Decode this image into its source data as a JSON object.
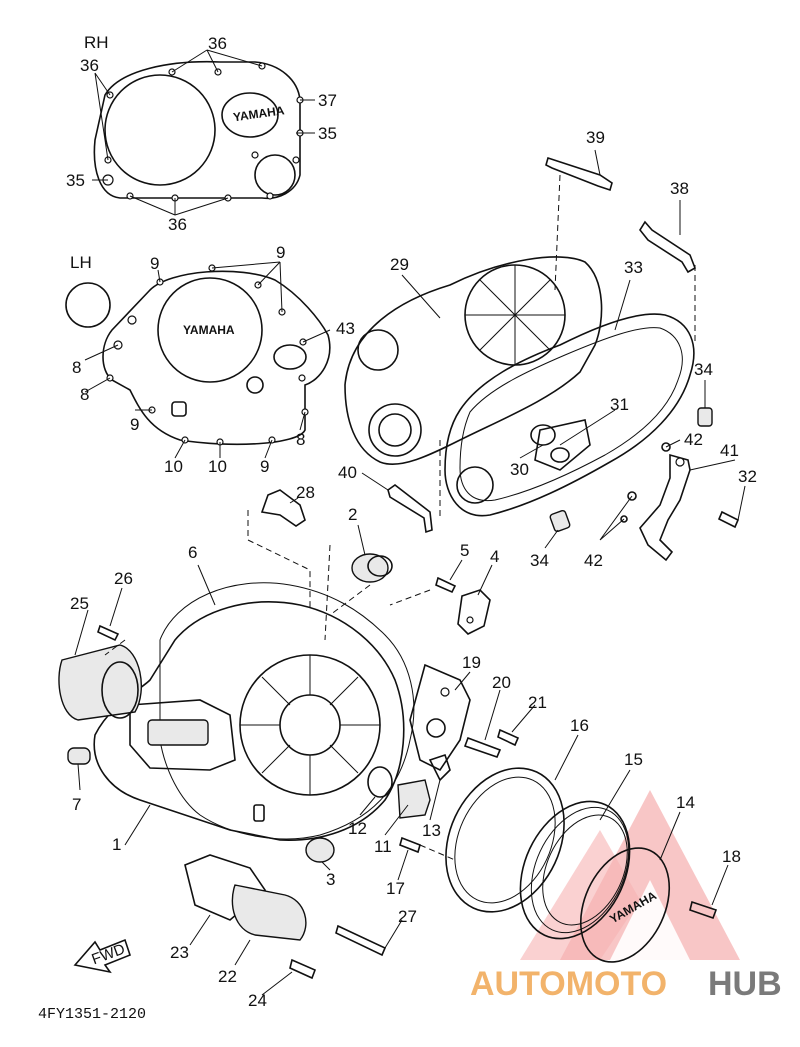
{
  "diagram": {
    "rh_label": "RH",
    "lh_label": "LH",
    "cover_brand": "YAMAHA",
    "fwd_label": "FWD",
    "part_code": "4FY1351-2120",
    "watermark": {
      "part1": "AUTOMOTO",
      "part2": "HUB",
      "color_accent": "#f2b36b",
      "color_dark": "#7a7a7a",
      "color_logo": "#f2a0a0"
    }
  },
  "callouts": {
    "c36a": "36",
    "c36b": "36",
    "c36c": "36",
    "c37": "37",
    "c35a": "35",
    "c35b": "35",
    "c9a": "9",
    "c9b": "9",
    "c9c": "9",
    "c9d": "9",
    "c43": "43",
    "c8a": "8",
    "c8b": "8",
    "c8c": "8",
    "c10a": "10",
    "c10b": "10",
    "c39": "39",
    "c38": "38",
    "c29": "29",
    "c33": "33",
    "c34a": "34",
    "c34b": "34",
    "c31": "31",
    "c30": "30",
    "c42a": "42",
    "c42b": "42",
    "c41": "41",
    "c32": "32",
    "c40": "40",
    "c28": "28",
    "c2": "2",
    "c5": "5",
    "c4": "4",
    "c6": "6",
    "c26": "26",
    "c25": "25",
    "c7": "7",
    "c1": "1",
    "c19": "19",
    "c20": "20",
    "c21": "21",
    "c16": "16",
    "c15": "15",
    "c14": "14",
    "c18": "18",
    "c12": "12",
    "c11": "11",
    "c13": "13",
    "c3": "3",
    "c17": "17",
    "c27": "27",
    "c23": "23",
    "c22": "22",
    "c24": "24"
  }
}
